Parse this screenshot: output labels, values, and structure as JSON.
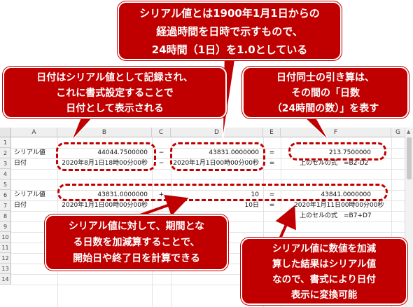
{
  "callouts": {
    "top": [
      "シリアル値とは1900年1月1日からの",
      "経過時間を日時で示すもので、",
      "24時間（1日）を1.0としている"
    ],
    "left": [
      "日付はシリアル値として記録され、",
      "これに書式設定することで",
      "日付として表示される"
    ],
    "right": [
      "日付同士の引き算は、",
      "その間の「日数",
      "（24時間の数）」を表す"
    ],
    "bottom_left": [
      "シリアル値に対して、期間とな",
      "る日数を加減算することで、",
      "開始日や終了日を計算できる"
    ],
    "bottom_right": [
      "シリアル値に数値を加減",
      "算した結果はシリアル値",
      "なので、書式により日付",
      "表示に変換可能"
    ]
  },
  "columns": [
    "A",
    "B",
    "C",
    "D",
    "E",
    "F",
    "G"
  ],
  "rows": [
    "1",
    "2",
    "3",
    "4",
    "5",
    "6",
    "7",
    "8",
    "9",
    "10",
    "11",
    "12",
    "13",
    "14"
  ],
  "cells": {
    "a2": "シリアル値",
    "b2": "44044.7500000",
    "c2": "−",
    "d2": "43831.0000000",
    "e2": "=",
    "f2": "213.7500000",
    "a3": "日付",
    "b3": "2020年8月1日18時00分00秒",
    "c3": "−",
    "d3": "2020年1月1日00時00分00秒",
    "e3": "=",
    "f3": "上のセルの式　=B2-D2",
    "a6": "シリアル値",
    "b6": "43831.0000000",
    "c6": "+",
    "d6": "10",
    "e6": "=",
    "f6": "43841.0000000",
    "a7": "日付",
    "b7": "2020年1月1日00時00分00秒",
    "d7": "10日",
    "e7": "=",
    "f7": "2020年1月11日00時00分00秒",
    "f8": "上のセルの式　=B7+D7"
  },
  "colors": {
    "accent": "#c00000"
  }
}
